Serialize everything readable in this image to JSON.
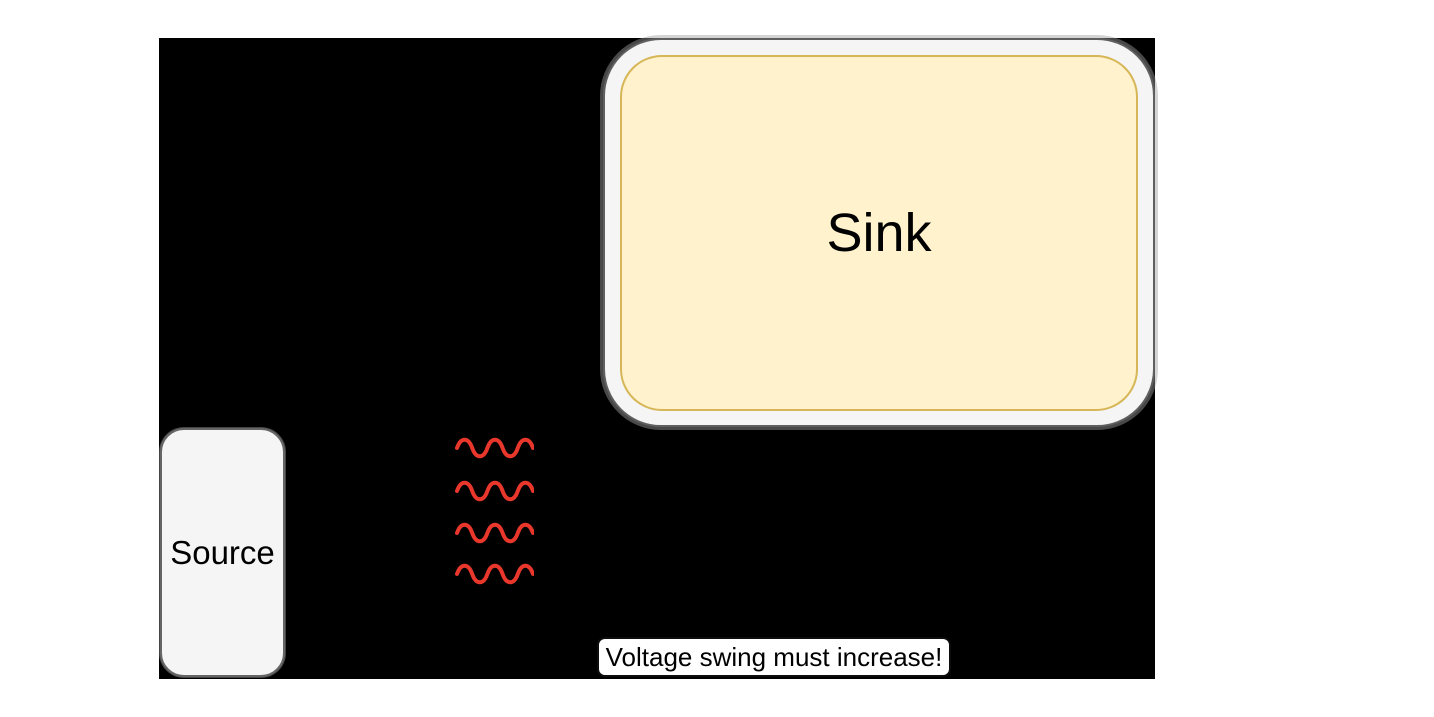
{
  "canvas": {
    "background_color": "#ffffff",
    "panel_color": "#000000"
  },
  "nodes": {
    "sink": {
      "label": "Sink",
      "inner_fill": "#fff2cc",
      "inner_stroke": "#d6b656",
      "outer_fill": "#f5f5f5",
      "outer_stroke": "#5f5f5f",
      "text_color": "#000000"
    },
    "source": {
      "label": "Source",
      "fill": "#f5f5f5",
      "stroke": "#666666",
      "text_color": "#000000"
    }
  },
  "waves": {
    "count": 4,
    "color": "#ea372c",
    "description": "four red sine squiggles between Source and Sink"
  },
  "annotation": {
    "label": "Voltage swing must increase!",
    "fill": "#ffffff",
    "stroke": "#0d0d0d",
    "text_color": "#000000"
  }
}
